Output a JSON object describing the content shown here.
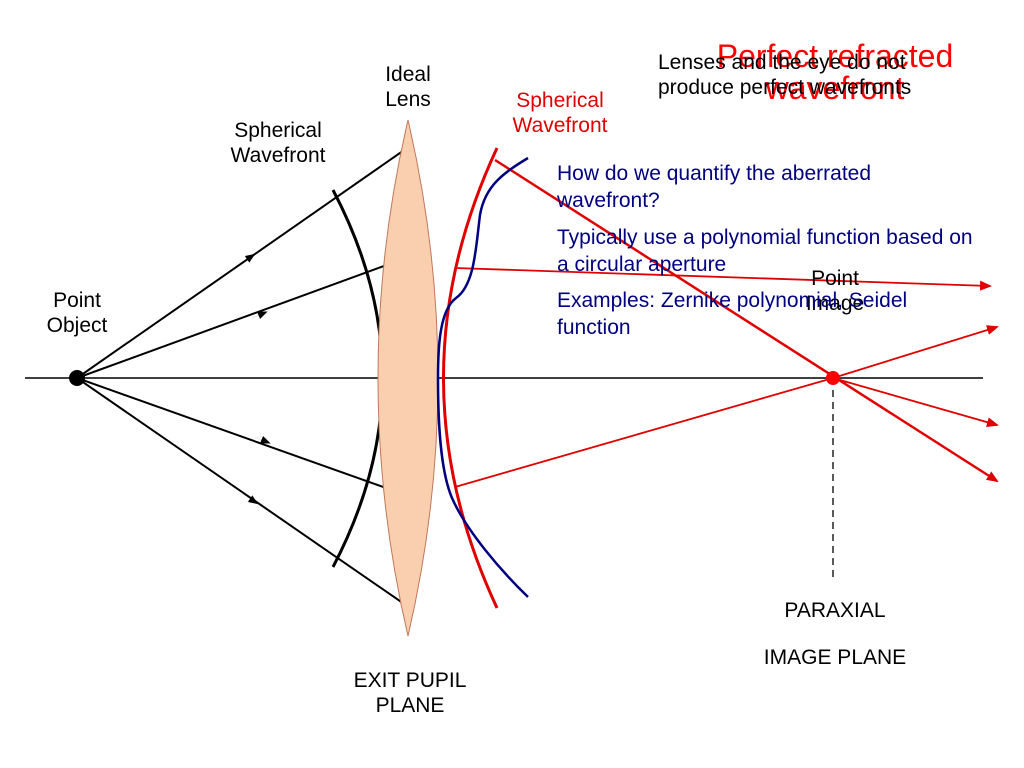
{
  "title": {
    "line1": "Perfect refracted",
    "line2": "wavefront"
  },
  "caption": {
    "line1": "Lenses and the eye do not",
    "line2": "produce perfect wavefronts"
  },
  "labels": {
    "point_object": {
      "line1": "Point",
      "line2": "Object"
    },
    "spherical_wavefront_left": {
      "line1": "Spherical",
      "line2": "Wavefront"
    },
    "ideal_lens": {
      "line1": "Ideal",
      "line2": "Lens"
    },
    "spherical_wavefront_right": {
      "line1": "Spherical",
      "line2": "Wavefront"
    },
    "point_image": {
      "line1": "Point",
      "line2": "Image"
    },
    "exit_pupil_plane": {
      "line1": "EXIT PUPIL",
      "line2": "PLANE"
    },
    "paraxial": "PARAXIAL",
    "image_plane": "IMAGE PLANE"
  },
  "questions": {
    "q1": "How do we quantify the aberrated wavefront?",
    "q2": "Typically use a polynomial function based on a circular aperture",
    "q3": "Examples: Zernike polynomial, Seidel function"
  },
  "colors": {
    "ray_black": "#000000",
    "ray_red": "#e00000",
    "aberrated_wavefront": "#000080",
    "lens_fill": "#f9cfb0",
    "lens_stroke": "#c0785a"
  }
}
